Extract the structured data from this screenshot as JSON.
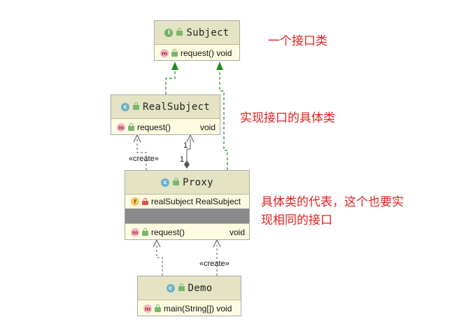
{
  "colors": {
    "box_fill": "#fdfbe0",
    "header_fill": "#e4e4c4",
    "realization_arrow": "#1e8c1e",
    "dependency_arrow": "#555555",
    "annotation_text": "#e02020"
  },
  "classes": {
    "subject": {
      "kind_badge": "I",
      "name": "Subject",
      "methods": [
        {
          "badge": "m",
          "name": "request() void",
          "type": ""
        }
      ]
    },
    "real_subject": {
      "kind_badge": "c",
      "name": "RealSubject",
      "methods": [
        {
          "badge": "m",
          "name": "request()",
          "type": "void"
        }
      ]
    },
    "proxy": {
      "kind_badge": "c",
      "name": "Proxy",
      "fields": [
        {
          "badge": "f",
          "name": "realSubject RealSubject"
        }
      ],
      "methods": [
        {
          "badge": "m",
          "name": "request()",
          "type": "void"
        }
      ]
    },
    "demo": {
      "kind_badge": "c",
      "name": "Demo",
      "methods": [
        {
          "badge": "m",
          "name": "main(String[]) void",
          "type": ""
        }
      ]
    }
  },
  "relations": {
    "create_label_real": "«create»",
    "create_label_demo": "«create»",
    "multiplicity_top": "1",
    "multiplicity_bottom": "1"
  },
  "annotations": {
    "interface_note": "一个接口类",
    "concrete_note": "实现接口的具体类",
    "proxy_note_line1": "具体类的代表，这个也要实",
    "proxy_note_line2": "现相同的接口"
  }
}
